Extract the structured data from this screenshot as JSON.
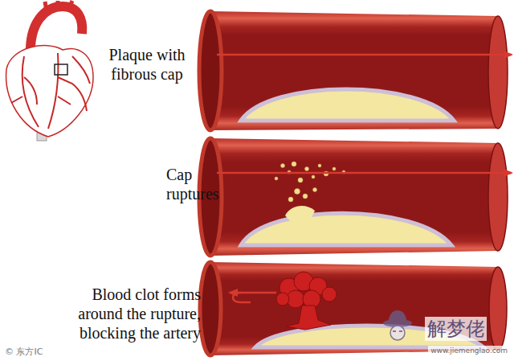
{
  "diagram": {
    "labels": [
      "Plaque with fibrous cap",
      "Cap ruptures",
      "Blood clot forms around the rupture, blocking the artery",
      "© 东方IC",
      "解梦佬",
      "www.jiemenglao.com"
    ]
  }
}
